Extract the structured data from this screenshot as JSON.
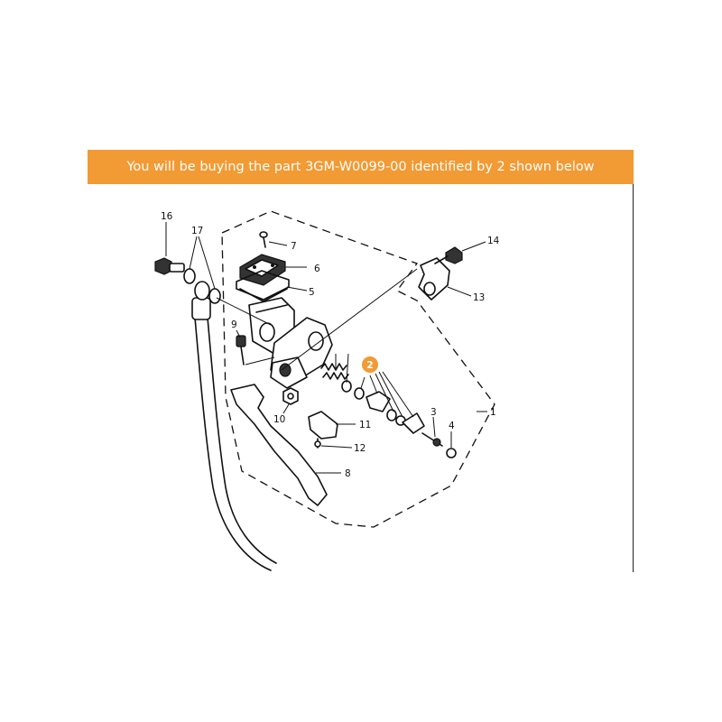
{
  "banner": {
    "text": "You will be buying the part 3GM-W0099-00 identified by 2 shown below",
    "color": "#f29a33"
  },
  "diagram": {
    "highlight": {
      "label": "2",
      "color": "#f29a33"
    },
    "labels": {
      "p1": "1",
      "p3": "3",
      "p4": "4",
      "p5": "5",
      "p6": "6",
      "p7": "7",
      "p8": "8",
      "p9": "9",
      "p10": "10",
      "p11": "11",
      "p12": "12",
      "p13": "13",
      "p14": "14",
      "p16": "16",
      "p17": "17"
    }
  }
}
